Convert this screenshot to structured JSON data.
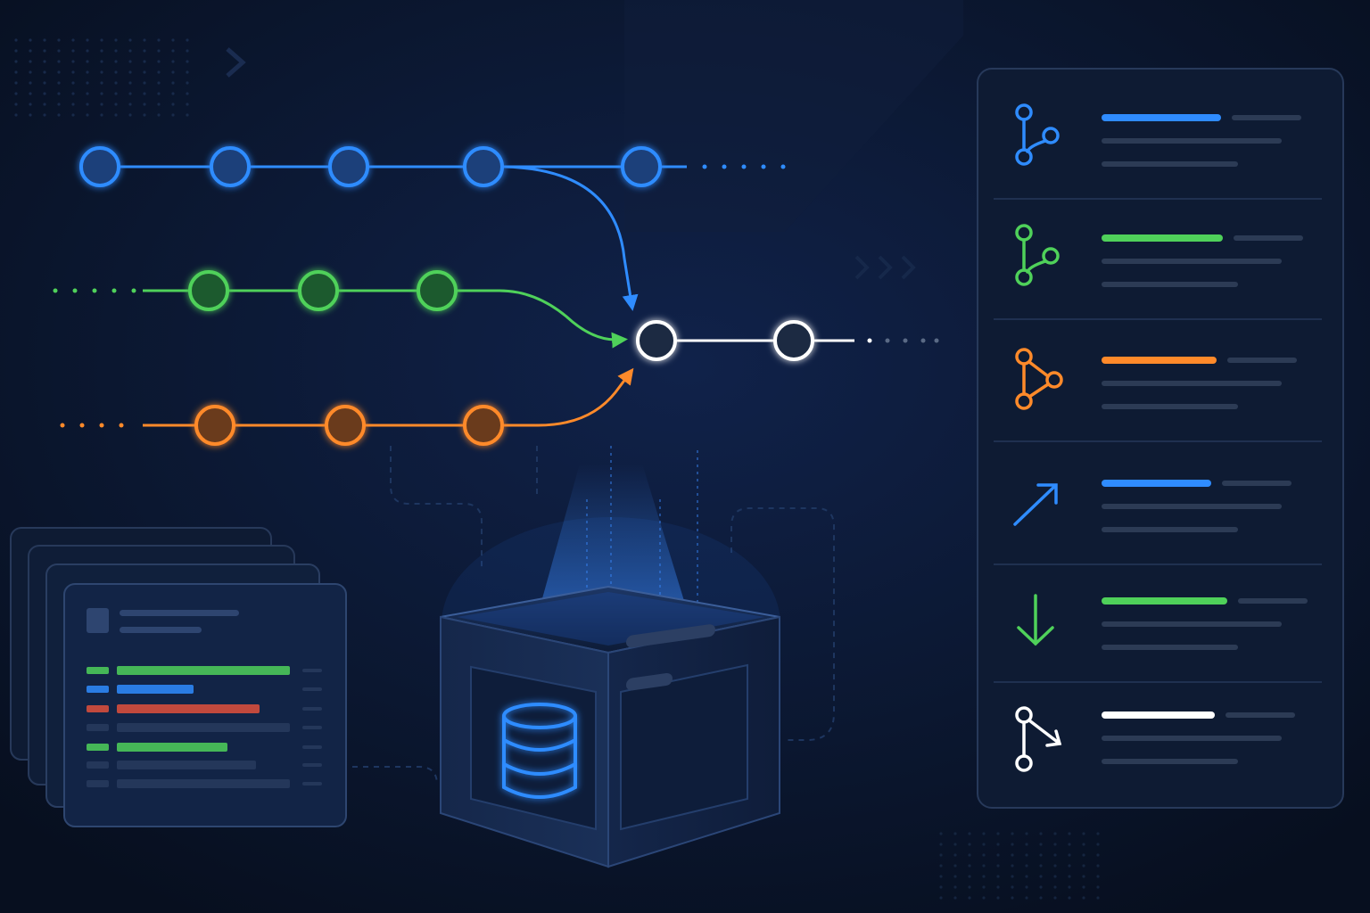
{
  "colors": {
    "background": "#0a1428",
    "blue": "#2f8cff",
    "green": "#4fd15a",
    "orange": "#ff8a2a",
    "white": "#ffffff",
    "red": "#e0503c",
    "panel_bg": "#0e1b33",
    "panel_border": "#27395a",
    "placeholder": "#2c3b55"
  },
  "branches": [
    {
      "name": "blue",
      "color": "blue",
      "commits": 5
    },
    {
      "name": "green",
      "color": "green",
      "commits": 3
    },
    {
      "name": "orange",
      "color": "orange",
      "commits": 3
    },
    {
      "name": "merged",
      "color": "white",
      "commits": 2
    }
  ],
  "sidebar": {
    "items": [
      {
        "icon": "branch-icon",
        "color": "blue"
      },
      {
        "icon": "branch-icon",
        "color": "green"
      },
      {
        "icon": "triangle-graph-icon",
        "color": "orange"
      },
      {
        "icon": "arrow-up-right-icon",
        "color": "blue"
      },
      {
        "icon": "arrow-down-icon",
        "color": "green"
      },
      {
        "icon": "merge-arrow-icon",
        "color": "white"
      }
    ]
  },
  "diff_card": {
    "rows": [
      "green",
      "blue",
      "red",
      "none",
      "green",
      "none",
      "none"
    ]
  },
  "repository": {
    "icon": "database-icon"
  }
}
